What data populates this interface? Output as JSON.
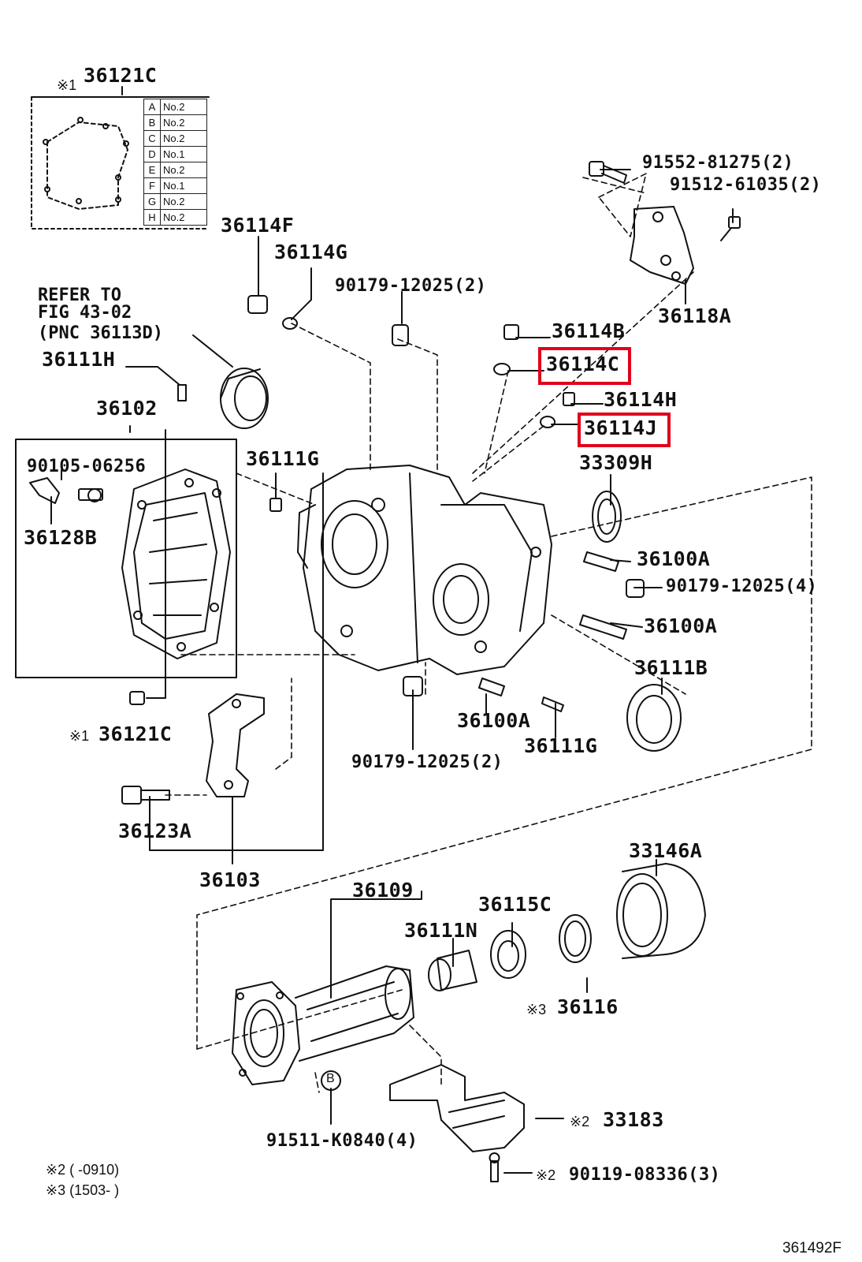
{
  "legend": {
    "rows": [
      {
        "k": "A",
        "v": "No.2"
      },
      {
        "k": "B",
        "v": "No.2"
      },
      {
        "k": "C",
        "v": "No.2"
      },
      {
        "k": "D",
        "v": "No.1"
      },
      {
        "k": "E",
        "v": "No.2"
      },
      {
        "k": "F",
        "v": "No.1"
      },
      {
        "k": "G",
        "v": "No.2"
      },
      {
        "k": "H",
        "v": "No.2"
      }
    ]
  },
  "refer": {
    "line1": "REFER TO",
    "line2": "FIG 43-02",
    "line3": "(PNC 36113D)"
  },
  "labels": {
    "p36121C_top": "36121C",
    "p36114F": "36114F",
    "p36114G": "36114G",
    "p90179_12025_a": "90179-12025(2)",
    "p91552": "91552-81275(2)",
    "p91512": "91512-61035(2)",
    "p36118A": "36118A",
    "p36114B": "36114B",
    "p36114C": "36114C",
    "p36114H": "36114H",
    "p36114J": "36114J",
    "p36111H": "36111H",
    "p36102": "36102",
    "p90105": "90105-06256",
    "p36128B": "36128B",
    "p36111G_a": "36111G",
    "p33309H": "33309H",
    "p36100A_a": "36100A",
    "p90179_12025_b": "90179-12025(4)",
    "p36100A_b": "36100A",
    "p36111B": "36111B",
    "p36121C_bot": "36121C",
    "p36100A_c": "36100A",
    "p36111G_b": "36111G",
    "p90179_12025_c": "90179-12025(2)",
    "p36123A": "36123A",
    "p36103": "36103",
    "p33146A": "33146A",
    "p36109": "36109",
    "p36115C": "36115C",
    "p36111N": "36111N",
    "p36116": "36116",
    "p91511": "91511-K0840(4)",
    "p33183": "33183",
    "p90119": "90119-08336(3)",
    "diagram_id": "361492F"
  },
  "marks": {
    "m1_top": "※1",
    "m1_bot": "※1",
    "m3": "※3",
    "m2_a": "※2",
    "m2_b": "※2",
    "circle_b": "B"
  },
  "notes": {
    "n2": "※2 (          -0910)",
    "n3": "※3 (1503-          )"
  },
  "highlight_color": "#e0001a"
}
